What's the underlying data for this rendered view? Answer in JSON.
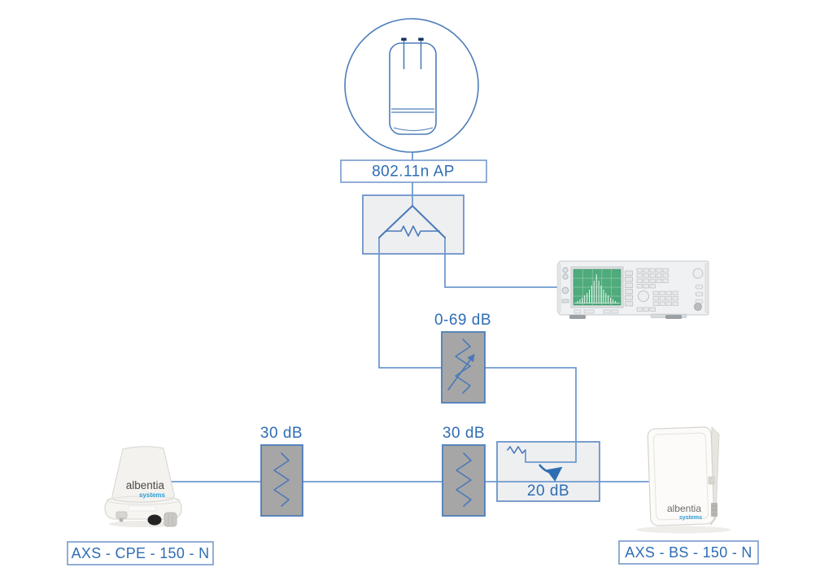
{
  "diagram": {
    "ap": {
      "label": "802.11n AP"
    },
    "variable_attenuator": {
      "label": "0-69 dB"
    },
    "attenuator_left": {
      "label": "30 dB"
    },
    "attenuator_center": {
      "label": "30 dB"
    },
    "attenuator_20db": {
      "label": "20 dB"
    },
    "cpe": {
      "label": "AXS - CPE - 150 - N",
      "brand": "albentia",
      "brand_sub": "systems"
    },
    "bs": {
      "label": "AXS - BS - 150 - N",
      "brand": "albentia",
      "brand_sub": "systems"
    },
    "icons": [
      "wifi-ap-icon",
      "power-splitter-icon",
      "variable-attenuator-icon",
      "fixed-attenuator-icon",
      "directional-coupler-icon",
      "spectrum-analyzer-icon",
      "cpe-device-image",
      "bs-device-image"
    ],
    "analyzer_spectrum_bars": [
      3,
      5,
      7,
      10,
      13,
      17,
      22,
      28,
      36,
      28,
      22,
      17,
      13,
      10,
      7,
      5,
      3
    ],
    "colors": {
      "line_blue": "#6F9AD0",
      "symbol_blue": "#4B79B8",
      "text_blue": "#2E6DB4",
      "border_blue": "#4D7DBA",
      "box_border_blue": "#6D93C9",
      "attenuator_gray": "#A6A6A6",
      "panel_gray": "#EDEFF1",
      "screen_green": "#4FAA7C",
      "brand_blue": "#2B9FD9"
    }
  }
}
